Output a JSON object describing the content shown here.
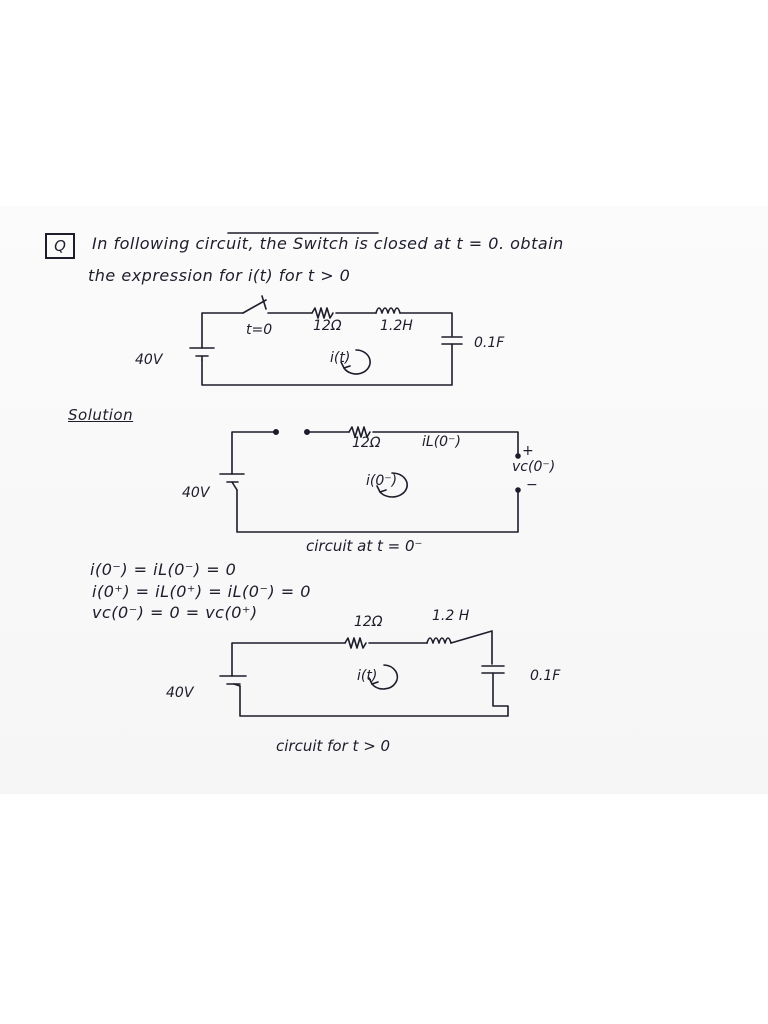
{
  "question": {
    "marker": "Q",
    "line1": "In following circuit, the Switch is closed at t = 0. obtain",
    "line2": "the expression for i(t) for t > 0"
  },
  "circuit1": {
    "switch_label": "t=0",
    "resistor": "12Ω",
    "inductor": "1.2H",
    "capacitor": "0.1F",
    "source": "40V",
    "current": "i(t)"
  },
  "solution": {
    "heading": "Solution"
  },
  "circuit2": {
    "resistor": "12Ω",
    "inductor_current": "iL(0⁻)",
    "capacitor_voltage": "vc(0⁻)",
    "plus": "+",
    "minus": "−",
    "source": "40V",
    "loop_current": "i(0⁻)",
    "caption": "circuit at t = 0⁻"
  },
  "equations": {
    "eq1": "i(0⁻) = iL(0⁻) = 0",
    "eq2": "i(0⁺) = iL(0⁺) = iL(0⁻) = 0",
    "eq3": "vc(0⁻) = 0 = vc(0⁺)"
  },
  "circuit3": {
    "resistor": "12Ω",
    "inductor": "1.2 H",
    "capacitor": "0.1F",
    "source": "40V",
    "current": "i(t)",
    "caption": "circuit for t > 0"
  }
}
